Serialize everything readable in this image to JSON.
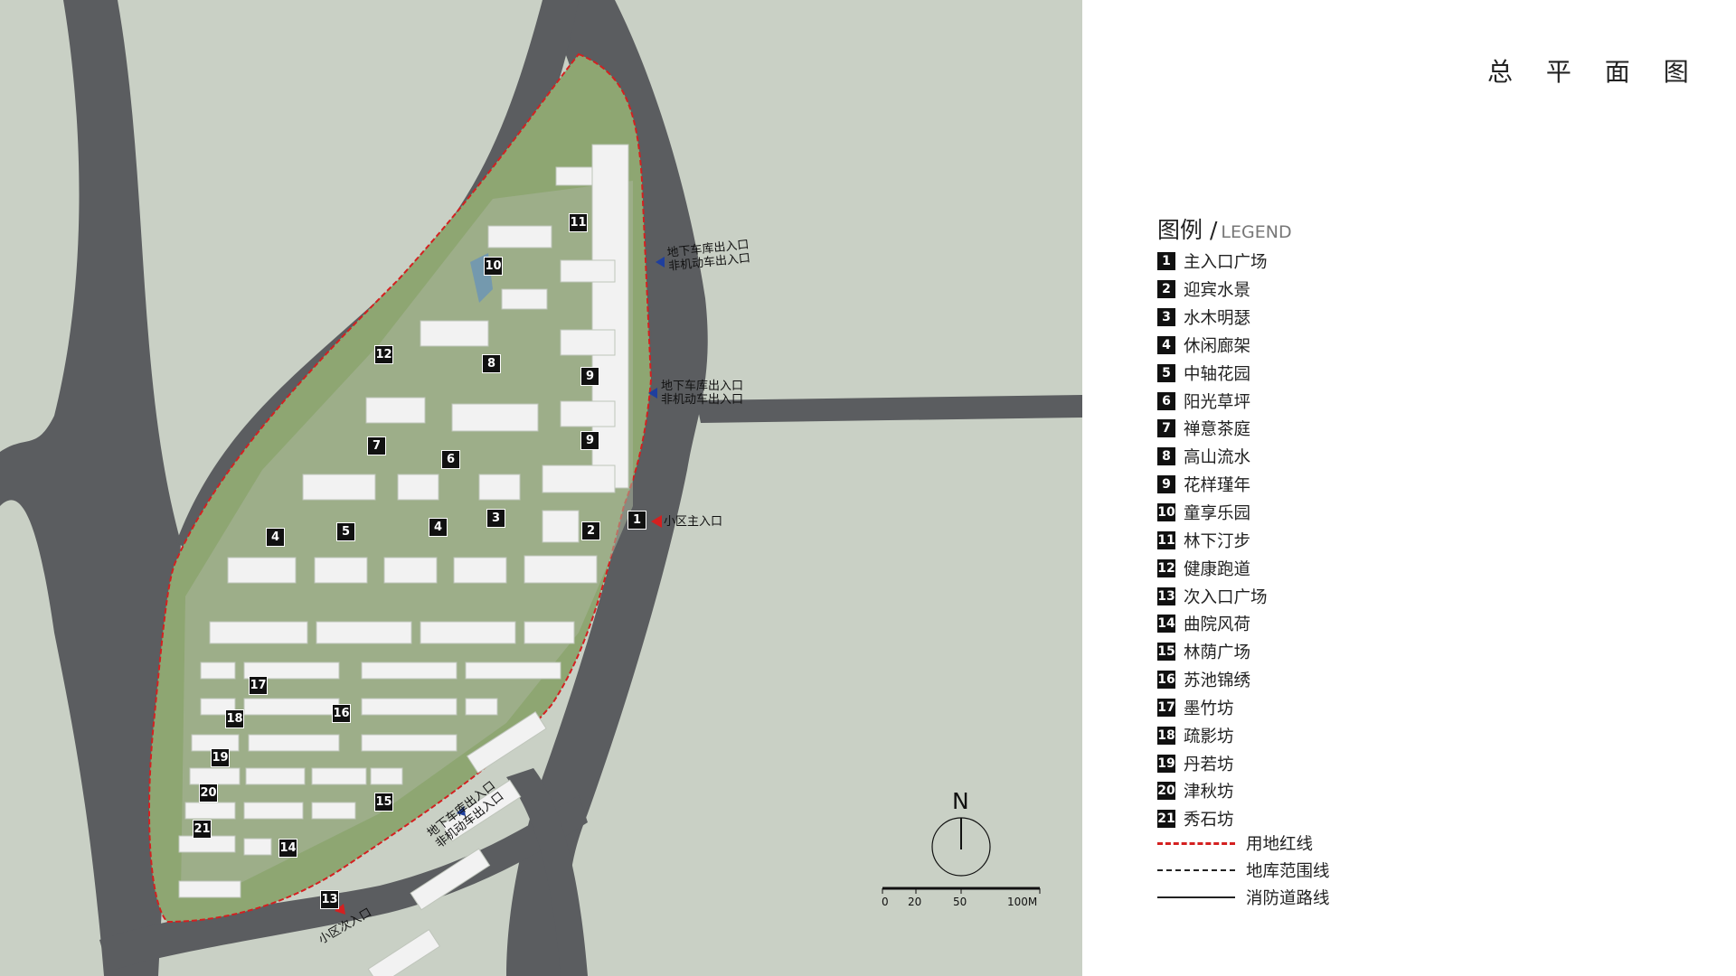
{
  "title": "总 平 面 图",
  "legend": {
    "heading_cn": "图例",
    "heading_sep": "/",
    "heading_en": "LEGEND",
    "items": [
      {
        "num": "1",
        "label": "主入口广场"
      },
      {
        "num": "2",
        "label": "迎宾水景"
      },
      {
        "num": "3",
        "label": "水木明瑟"
      },
      {
        "num": "4",
        "label": "休闲廊架"
      },
      {
        "num": "5",
        "label": "中轴花园"
      },
      {
        "num": "6",
        "label": "阳光草坪"
      },
      {
        "num": "7",
        "label": "禅意茶庭"
      },
      {
        "num": "8",
        "label": "高山流水"
      },
      {
        "num": "9",
        "label": "花样瑾年"
      },
      {
        "num": "10",
        "label": "童享乐园"
      },
      {
        "num": "11",
        "label": "林下汀步"
      },
      {
        "num": "12",
        "label": "健康跑道"
      },
      {
        "num": "13",
        "label": "次入口广场"
      },
      {
        "num": "14",
        "label": "曲院风荷"
      },
      {
        "num": "15",
        "label": "林荫广场"
      },
      {
        "num": "16",
        "label": "苏池锦绣"
      },
      {
        "num": "17",
        "label": "墨竹坊"
      },
      {
        "num": "18",
        "label": "疏影坊"
      },
      {
        "num": "19",
        "label": "丹若坊"
      },
      {
        "num": "20",
        "label": "津秋坊"
      },
      {
        "num": "21",
        "label": "秀石坊"
      }
    ],
    "lines": [
      {
        "style": "red-dash",
        "label": "用地红线"
      },
      {
        "style": "dash",
        "label": "地库范围线"
      },
      {
        "style": "solid",
        "label": "消防道路线"
      }
    ]
  },
  "map": {
    "markers": [
      "1",
      "2",
      "3",
      "4",
      "4",
      "5",
      "6",
      "7",
      "8",
      "9",
      "9",
      "10",
      "11",
      "12",
      "13",
      "14",
      "15",
      "16",
      "17",
      "18",
      "19",
      "20",
      "21"
    ],
    "annotations": {
      "garage_1_line1": "地下车库出入口",
      "garage_1_line2": "非机动车出入口",
      "garage_2_line1": "地下车库出入口",
      "garage_2_line2": "非机动车出入口",
      "garage_3_line1": "地下车库出入口",
      "garage_3_line2": "非机动车出入口",
      "main_entrance": "小区主入口",
      "secondary_entrance": "小区次入口"
    },
    "north_label": "N",
    "scale_labels": [
      "0",
      "20",
      "50",
      "100M"
    ],
    "colors": {
      "ground": "#c9d0c5",
      "road": "#5b5d60",
      "vegetation": "#8ea672",
      "building": "#f2f2f2",
      "red_line": "#d42020",
      "entry_blue": "#1f3f9e",
      "entry_red": "#d42020"
    }
  }
}
